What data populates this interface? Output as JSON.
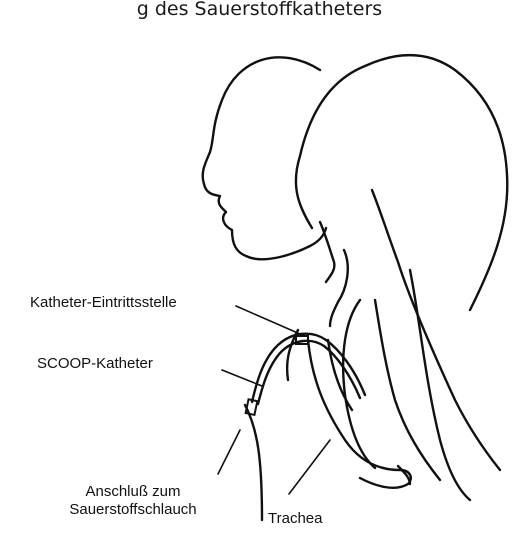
{
  "caption_top": "g des Sauerstoffkatheters",
  "labels": {
    "entry_site": "Katheter-Eintrittsstelle",
    "catheter": "SCOOP-Katheter",
    "connection_line1": "Anschluß zum",
    "connection_line2": "Sauerstoffschlauch",
    "trachea": "Trachea"
  }
}
